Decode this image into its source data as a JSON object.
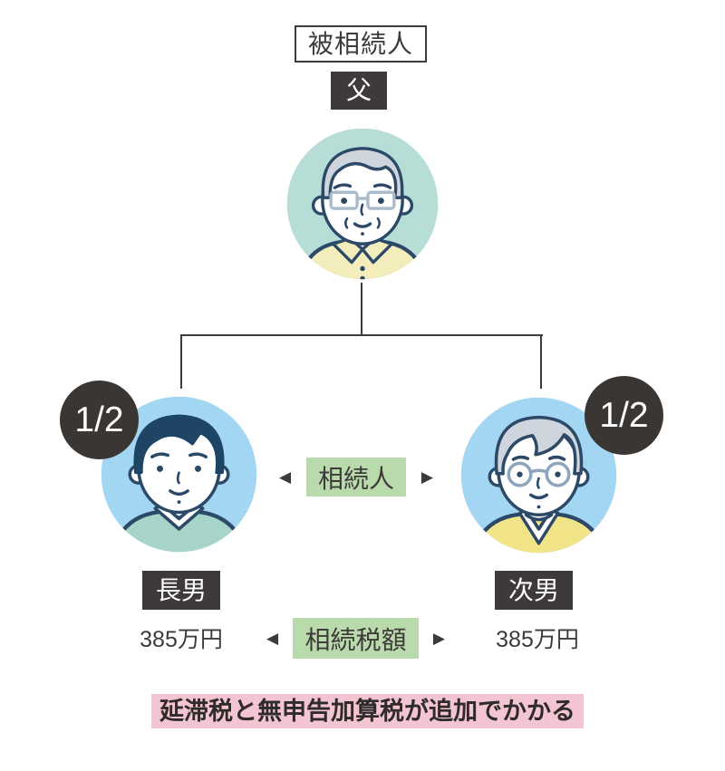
{
  "colors": {
    "dark_label_bg": "#3e3a39",
    "badge_bg": "#3a3633",
    "outline_navy": "#2c4a68",
    "green_label_bg": "#b9dbac",
    "pink_note_bg": "#f3c4d1",
    "blue_circle": "#a3d6f2",
    "teal_circle": "#b6ded6",
    "father_shirt_yellow": "#f2edba",
    "second_son_top_yellow": "#f1e388",
    "sweater_teal": "#a6d4c8",
    "hair_gray": "#ced5dc"
  },
  "header": {
    "decedent_label": "被相続人",
    "father_label": "父"
  },
  "icons": {
    "arrow_left": "◀",
    "arrow_right": "▶",
    "father_avatar": "elderly-man-with-glasses",
    "eldest_son_avatar": "young-man",
    "second_son_avatar": "elderly-person-with-round-glasses"
  },
  "tree": {
    "heirs_row_label": "相続人",
    "tax_row_label": "相続税額",
    "left": {
      "share": "1/2",
      "name": "長男",
      "amount": "385万円"
    },
    "right": {
      "share": "1/2",
      "name": "次男",
      "amount": "385万円"
    }
  },
  "note": {
    "text": "延滞税と無申告加算税が追加でかかる"
  }
}
